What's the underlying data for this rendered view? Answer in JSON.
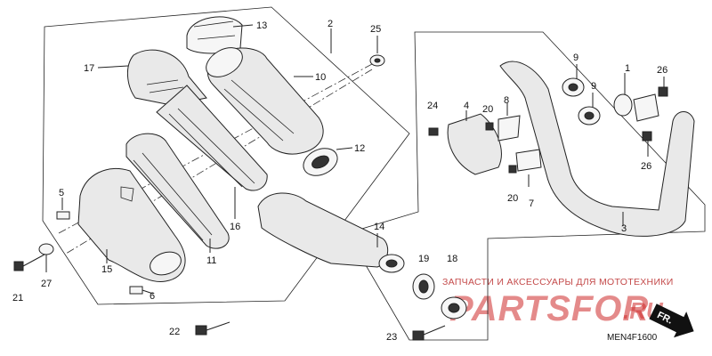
{
  "labels": {
    "p1": "1",
    "p2": "2",
    "p3": "3",
    "p4": "4",
    "p5": "5",
    "p6": "6",
    "p7": "7",
    "p8": "8",
    "p9a": "9",
    "p9b": "9",
    "p10": "10",
    "p11": "11",
    "p12": "12",
    "p13": "13",
    "p14": "14",
    "p15": "15",
    "p16": "16",
    "p17": "17",
    "p18": "18",
    "p19": "19",
    "p20a": "20",
    "p20b": "20",
    "p21": "21",
    "p22": "22",
    "p23": "23",
    "p24": "24",
    "p25": "25",
    "p26a": "26",
    "p26b": "26",
    "p27": "27"
  },
  "diagram_code": "MEN4F1600",
  "front_marker": "FR.",
  "watermark": {
    "subtitle": "ЗАПЧАСТИ И АКСЕССУАРЫ ДЛЯ МОТОТЕХНИКИ",
    "brand": "PARTSFOR",
    "domain": ".RU",
    "accent_color": "#cf2b2b"
  }
}
